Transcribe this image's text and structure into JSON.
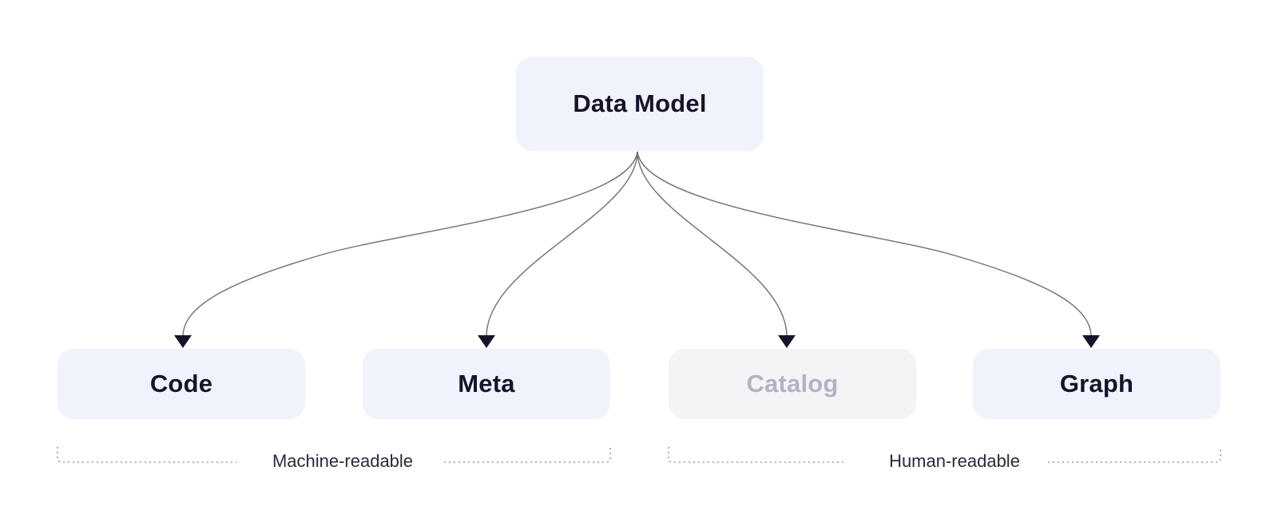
{
  "root": {
    "label": "Data Model"
  },
  "children": [
    {
      "label": "Code",
      "state": "active"
    },
    {
      "label": "Meta",
      "state": "active"
    },
    {
      "label": "Catalog",
      "state": "disabled"
    },
    {
      "label": "Graph",
      "state": "active"
    }
  ],
  "groups": [
    {
      "label": "Machine-readable"
    },
    {
      "label": "Human-readable"
    }
  ],
  "colors": {
    "node_fill": "#f1f3fc",
    "node_disabled_fill": "#f4f4f7",
    "text": "#15142a",
    "text_disabled": "#b3b2c6",
    "connector": "#707070",
    "arrowhead": "#15142a",
    "bracket": "#9a9a9a"
  }
}
